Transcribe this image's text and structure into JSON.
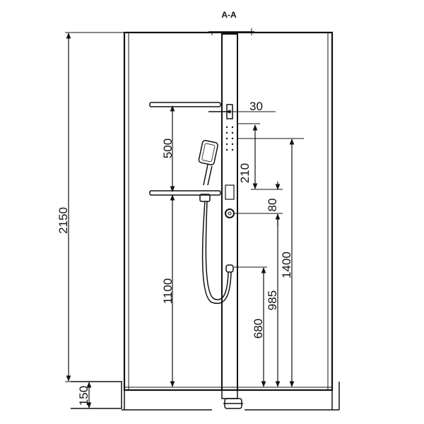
{
  "title": "A-A",
  "dimensions": {
    "d30": "30",
    "d500": "500",
    "d210": "210",
    "d80": "80",
    "d1400": "1400",
    "d2150": "2150",
    "d1100": "1100",
    "d985": "985",
    "d680": "680",
    "d150": "150"
  }
}
